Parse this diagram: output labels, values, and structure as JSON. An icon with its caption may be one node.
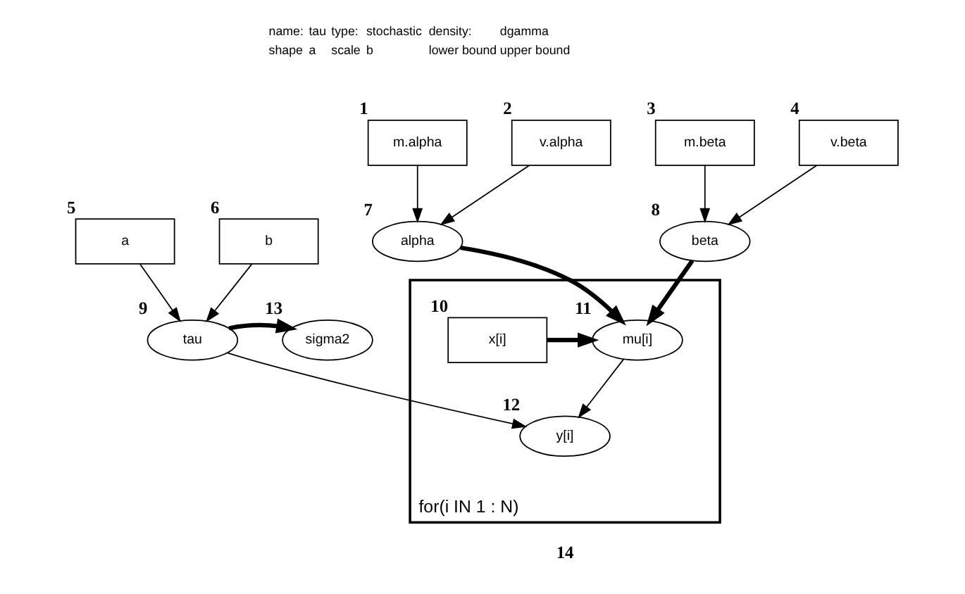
{
  "diagram": {
    "nodes": [
      {
        "text": [
          "m.alpha"
        ],
        "beside": [
          "1"
        ]
      },
      {
        "text": [
          "v.alpha"
        ],
        "beside": [
          "2"
        ]
      },
      {
        "text": [
          "m.beta"
        ],
        "beside": [
          "3"
        ]
      },
      {
        "text": [
          "v.beta"
        ],
        "beside": [
          "4"
        ]
      },
      {
        "text": [
          "alpha"
        ],
        "beside": [
          "7"
        ]
      },
      {
        "text": [
          "beta"
        ],
        "beside": [
          "8"
        ]
      },
      {
        "text": [
          "for(i IN 1 : N)"
        ],
        "beside": [
          "14"
        ]
      },
      {
        "text": [
          "x[i]"
        ],
        "in": 6,
        "beside": [
          "10"
        ]
      },
      {
        "text": [
          "mu[i]"
        ],
        "in": 6,
        "beside": [
          "11"
        ]
      },
      {
        "text": [
          "a"
        ],
        "beside": [
          "5"
        ]
      },
      {
        "text": [
          "tau"
        ],
        "beside": [
          "9"
        ]
      },
      {
        "text": [
          "sigma2"
        ],
        "beside": [
          "13"
        ]
      },
      {
        "text": [
          "y[i]"
        ],
        "in": 6,
        "beside": [
          "12"
        ]
      },
      {
        "text": [
          "b"
        ],
        "beside": [
          "6"
        ]
      }
    ],
    "edges": [
      {
        "from": 0,
        "to": 4,
        "arrow": "to"
      },
      {
        "from": 1,
        "to": 4,
        "arrow": "to"
      },
      {
        "from": 2,
        "to": 5,
        "arrow": "to"
      },
      {
        "from": 3,
        "to": 5,
        "arrow": "to"
      },
      {
        "from": 4,
        "to": 8,
        "arrow": "to",
        "style": "thick"
      },
      {
        "from": 5,
        "to": 8,
        "arrow": "to",
        "style": "thick"
      },
      {
        "from": 7,
        "to": 8,
        "arrow": "to",
        "style": "thick"
      },
      {
        "from": 8,
        "to": 12,
        "arrow": "to"
      },
      {
        "from": 10,
        "to": 12,
        "arrow": "to"
      },
      {
        "from": 9,
        "to": 10,
        "arrow": "to"
      },
      {
        "from": 13,
        "to": 10,
        "arrow": "to"
      },
      {
        "from": 10,
        "to": 11,
        "arrow": "to",
        "style": "thick"
      }
    ],
    "labels": [
      "name:",
      "tau",
      "type:",
      "stochastic",
      "density:",
      "dgamma",
      "shape",
      "a",
      "scale",
      "b",
      "lower bound",
      "upper bound"
    ]
  }
}
